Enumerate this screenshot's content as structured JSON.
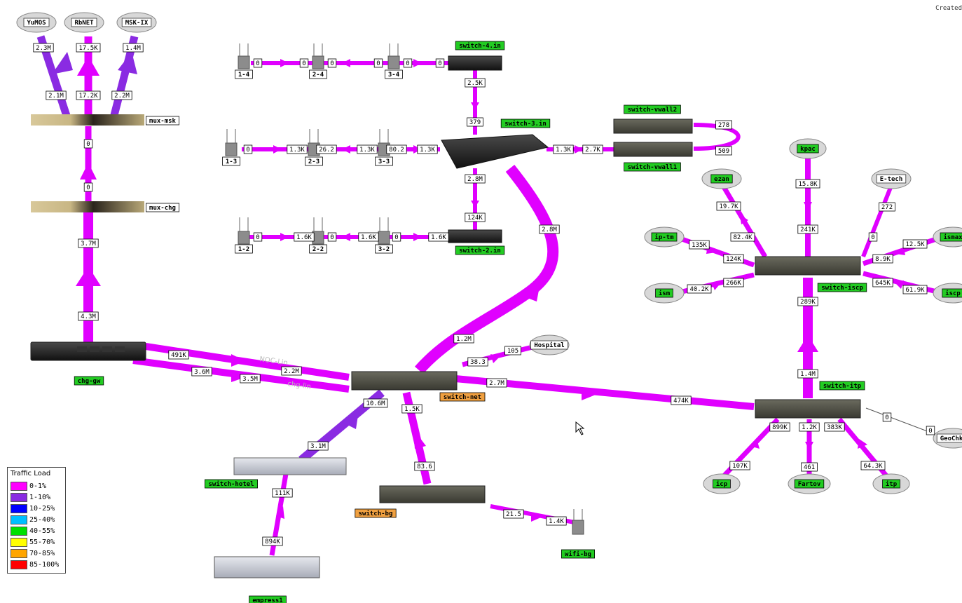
{
  "header": {
    "created": "Created"
  },
  "legend": {
    "title": "Traffic Load",
    "items": [
      {
        "label": "0-1%",
        "color": "#ff00ff"
      },
      {
        "label": "1-10%",
        "color": "#8a2be2"
      },
      {
        "label": "10-25%",
        "color": "#0000ff"
      },
      {
        "label": "25-40%",
        "color": "#00bfff"
      },
      {
        "label": "40-55%",
        "color": "#00e000"
      },
      {
        "label": "55-70%",
        "color": "#ffff00"
      },
      {
        "label": "70-85%",
        "color": "#ffa500"
      },
      {
        "label": "85-100%",
        "color": "#ff0000"
      }
    ]
  },
  "colors": {
    "link": "#e000ff",
    "link_alt": "#9a21ff",
    "node_ok": "#22cc22",
    "node_warn": "#f0a040"
  },
  "nodes": {
    "yumos": "YuMOS",
    "rbnet": "RbNET",
    "msk_ix": "MSK-IX",
    "mux_msk": "mux-msk",
    "mux_chg": "mux-chg",
    "chg_gw": "chg-gw",
    "ap_1_4": "1-4",
    "ap_2_4": "2-4",
    "ap_3_4": "3-4",
    "switch_4": "switch-4.in",
    "ap_1_3": "1-3",
    "ap_2_3": "2-3",
    "ap_3_3": "3-3",
    "switch_3": "switch-3.in",
    "ap_1_2": "1-2",
    "ap_2_2": "2-2",
    "ap_3_2": "3-2",
    "switch_2": "switch-2.in",
    "switch_vwall2": "switch-vwall2",
    "switch_vwall1": "switch-vwall1",
    "switch_net": "switch-net",
    "hospital": "Hospital",
    "switch_hotel": "switch-hotel",
    "switch_bg": "switch-bg",
    "wifi_bg": "wifi-bg",
    "empress1": "empress1",
    "kpac": "kpac",
    "ezan": "ezan",
    "e_tech": "E-tech",
    "ip_tm": "ip-tm",
    "ism": "ism",
    "ismax": "ismax",
    "iscp": "iscp",
    "switch_iscp": "switch-iscp",
    "switch_itp": "switch-itp",
    "geochk": "GeoChk",
    "icp": "icp",
    "fartov": "Fartov",
    "itp": "itp",
    "noc_label": "NOC-Lin",
    "noc_label2": "chg-lin"
  },
  "links": {
    "yumos_in": "2.3M",
    "yumos_out": "2.1M",
    "rbnet_in": "17.5K",
    "rbnet_out": "17.2K",
    "mskix_in": "1.4M",
    "mskix_out": "2.2M",
    "mux_a": "0",
    "mux_b": "0",
    "chg_up": "3.7M",
    "chg_dn": "4.3M",
    "chg_net_a": "491K",
    "chg_net_b": "2.2M",
    "chg_net_c": "3.6M",
    "chg_net_d": "3.5M",
    "s4_a": "0",
    "s4_b": "0",
    "s4_c": "0",
    "s4_d": "0",
    "s4_e": "0",
    "s4_f": "0",
    "s4_s3_a": "2.5K",
    "s4_s3_b": "379",
    "s3_a": "0",
    "s3_b": "1.3K",
    "s3_c": "26.2",
    "s3_d": "1.3K",
    "s3_e": "80.2",
    "s3_f": "1.3K",
    "s3_vw_a": "1.3K",
    "s3_vw_b": "2.7K",
    "vw_a": "278",
    "vw_b": "509",
    "s3_s2_a": "2.8M",
    "s3_s2_b": "124K",
    "s2_a": "0",
    "s2_b": "1.6K",
    "s2_c": "0",
    "s2_d": "1.6K",
    "s2_e": "0",
    "s2_f": "1.6K",
    "s3_net_a": "2.8M",
    "s3_net_b": "1.2M",
    "hosp_a": "105",
    "hosp_b": "38.3",
    "net_itp_a": "2.7M",
    "net_itp_b": "474K",
    "net_hotel_a": "10.6M",
    "net_hotel_b": "3.1M",
    "net_bg_a": "1.5K",
    "net_bg_b": "83.6",
    "hotel_emp_a": "111K",
    "hotel_emp_b": "894K",
    "bg_wifi_a": "21.5",
    "bg_wifi_b": "1.4K",
    "kpac_a": "15.8K",
    "kpac_b": "241K",
    "ezan_a": "19.7K",
    "ezan_b": "82.4K",
    "etech_a": "272",
    "etech_b": "0",
    "iptm_a": "135K",
    "iptm_b": "124K",
    "ism_a": "40.2K",
    "ism_b": "266K",
    "ismax_a": "12.5K",
    "ismax_b": "8.9K",
    "iscp_a": "645K",
    "iscp_b": "61.9K",
    "iscp_itp_a": "289K",
    "iscp_itp_b": "1.4M",
    "geo_a": "0",
    "geo_b": "0",
    "icp_a": "899K",
    "icp_b": "107K",
    "fartov_a": "1.2K",
    "fartov_b": "461",
    "itp_a": "383K",
    "itp_b": "64.3K"
  }
}
